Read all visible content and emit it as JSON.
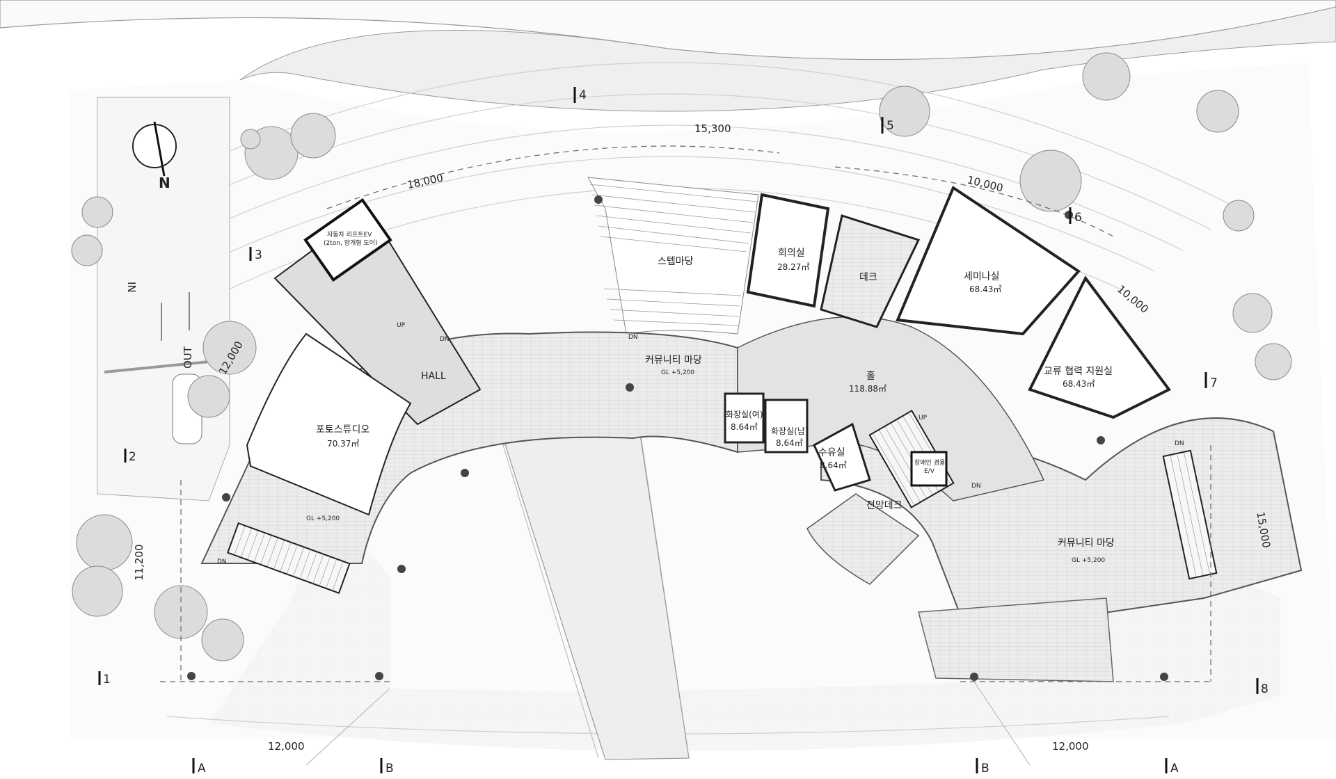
{
  "rooms": {
    "hall_entry": "HALL",
    "photo_studio": "포토스튜디오",
    "photo_studio_area": "70.37㎡",
    "step_madang": "스텝마당",
    "community_madang_center": "커뮤니티 마당",
    "gl_center": "GL +5,200",
    "meeting": "회의실",
    "meeting_area": "28.27㎡",
    "deck": "데크",
    "seminar": "세미나실",
    "seminar_area": "68.43㎡",
    "exchange": "교류 협력 지원실",
    "exchange_area": "68.43㎡",
    "hall": "홀",
    "hall_area": "118.88㎡",
    "wc_female": "화장실(여)",
    "wc_female_area": "8.64㎡",
    "wc_male": "화장실(남)",
    "wc_male_area": "8.64㎡",
    "nursing": "수유실",
    "nursing_area": "8.64㎡",
    "view_deck": "전망데크",
    "community_madang_right": "커뮤니티 마당",
    "gl_right": "GL +5,200",
    "gl_left": "GL +5,200",
    "freight_elevator_1": "자동차 리프트EV",
    "freight_elevator_2": "(2ton, 양개형 도어)",
    "accessible_ev_1": "장애인 겸용",
    "accessible_ev_2": "E/V"
  },
  "dimensions": {
    "d_18000": "18,000",
    "d_15300": "15,300",
    "d_10000_a": "10,000",
    "d_10000_b": "10,000",
    "d_12000_side": "12,000",
    "d_11200": "11,200",
    "d_15000": "15,000",
    "d_12000_left": "12,000",
    "d_12000_right": "12,000"
  },
  "sections": {
    "s1": "1",
    "s2": "2",
    "s3": "3",
    "s4": "4",
    "s5": "5",
    "s6": "6",
    "s7": "7",
    "s8": "8",
    "sA_left": "A",
    "sB_left": "B",
    "sB_right": "B",
    "sA_right": "A"
  },
  "labels": {
    "north": "N",
    "in": "IN",
    "out": "OUT",
    "up": "UP",
    "dn": "DN"
  }
}
